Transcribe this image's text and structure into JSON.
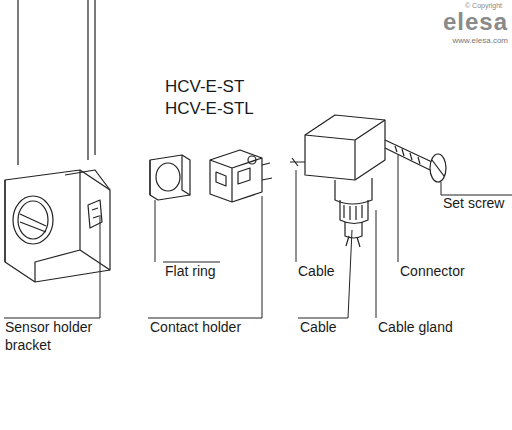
{
  "diagram": {
    "title": "HCV-E-ST HCV-E-STL",
    "labels": [
      "Sensor holder bracket",
      "Flat ring",
      "Contact holder",
      "Cable",
      "Cable",
      "Connector",
      "Set screw",
      "Cable gland",
      "© Copyright",
      "elesa",
      "www.elesa.com"
    ]
  }
}
